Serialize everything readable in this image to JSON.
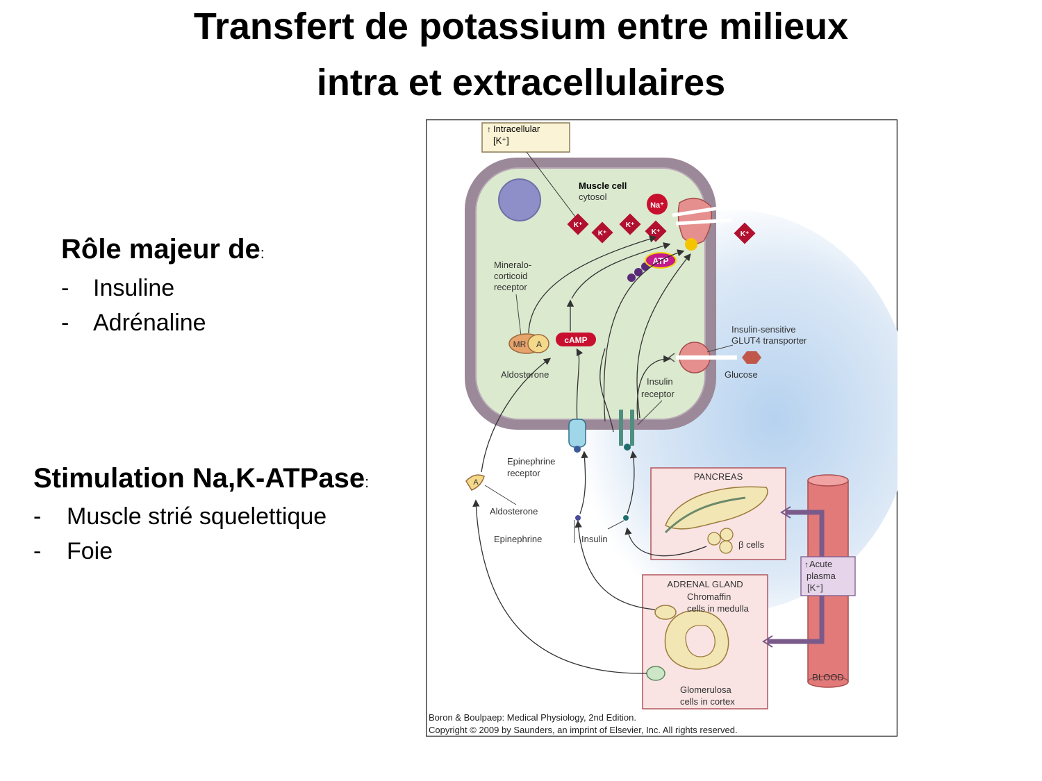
{
  "slide": {
    "title_line1": "Transfert de potassium entre milieux",
    "title_line2": "intra et extracellulaires"
  },
  "section1": {
    "heading": "Rôle majeur de",
    "colon": ":",
    "items": [
      "Insuline",
      "Adrénaline"
    ]
  },
  "section2": {
    "heading": "Stimulation Na,K-ATPase",
    "colon": ":",
    "items": [
      "Muscle strié squelettique",
      "Foie"
    ]
  },
  "bullet_dash": "-",
  "figure": {
    "intracellular_label1": "Intracellular",
    "intracellular_label2": "[K⁺]",
    "intracellular_arrow": "↑",
    "muscle_cell": "Muscle cell",
    "cytosol": "cytosol",
    "na": "Na⁺",
    "k": "K⁺",
    "atp": "ATP",
    "mr_line1": "Mineralo-",
    "mr_line2": "corticoid",
    "mr_line3": "receptor",
    "mr": "MR",
    "a": "A",
    "camp": "cAMP",
    "aldosterone": "Aldosterone",
    "glut4_line1": "Insulin-sensitive",
    "glut4_line2": "GLUT4 transporter",
    "glucose": "Glucose",
    "insulin_receptor_line1": "Insulin",
    "insulin_receptor_line2": "receptor",
    "epi_receptor_line1": "Epinephrine",
    "epi_receptor_line2": "receptor",
    "epinephrine": "Epinephrine",
    "insulin": "Insulin",
    "pancreas": "PANCREAS",
    "beta_cells": "β cells",
    "acute_line1": "Acute",
    "acute_line2": "plasma",
    "acute_line3": "[K⁺]",
    "acute_arrow": "↑",
    "adrenal": "ADRENAL GLAND",
    "chromaffin_line1": "Chromaffin",
    "chromaffin_line2": "cells in medulla",
    "glomerulosa_line1": "Glomerulosa",
    "glomerulosa_line2": "cells in cortex",
    "blood": "BLOOD",
    "credit_line1": "Boron & Boulpaep: Medical Physiology, 2nd Edition.",
    "credit_line2": "Copyright © 2009 by Saunders, an imprint of Elsevier, Inc. All rights reserved."
  }
}
